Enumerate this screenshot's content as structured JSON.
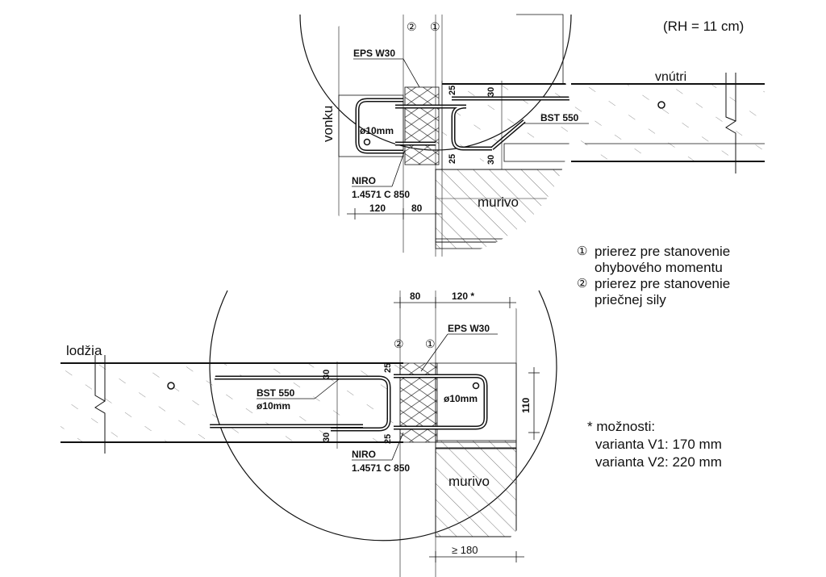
{
  "diagram": {
    "header_note": "(RH = 11 cm)",
    "upper_detail": {
      "section_marks": [
        "②",
        "①"
      ],
      "insulation_label": "EPS W30",
      "inside_label": "vnútri",
      "outside_label": "vonku",
      "bar_diameter_label": "ø10mm",
      "steel_label": "BST 550",
      "stainless_label_1": "NIRO",
      "stainless_label_2": "1.4571 C 850",
      "wall_label": "murivo",
      "dim_top_cover": "25",
      "dim_bottom_cover": "25",
      "dim_top_right": "30",
      "dim_bottom_right": "30",
      "dim_left": "120",
      "dim_right": "80"
    },
    "lower_detail": {
      "section_marks": [
        "②",
        "①"
      ],
      "insulation_label": "EPS W30",
      "loggia_label": "lodžia",
      "steel_label_1": "BST 550",
      "steel_label_2": "ø10mm",
      "bar_diameter_label": "ø10mm",
      "stainless_label_1": "NIRO",
      "stainless_label_2": "1.4571 C 850",
      "wall_label": "murivo",
      "dim_top_left": "30",
      "dim_bottom_left": "30",
      "dim_top_cover": "25",
      "dim_bottom_cover": "25",
      "dim_height": "110",
      "dim_top_a": "80",
      "dim_top_b": "120 *",
      "dim_bottom": "≥ 180"
    },
    "legend": {
      "item1_num": "①",
      "item1_line1": "prierez pre stanovenie",
      "item1_line2": "ohybového momentu",
      "item2_num": "②",
      "item2_line1": "prierez pre stanovenie",
      "item2_line2": "priečnej sily"
    },
    "options_note": {
      "title": "* možnosti:",
      "variant1": "varianta V1: 170 mm",
      "variant2": "varianta V2: 220 mm"
    }
  }
}
